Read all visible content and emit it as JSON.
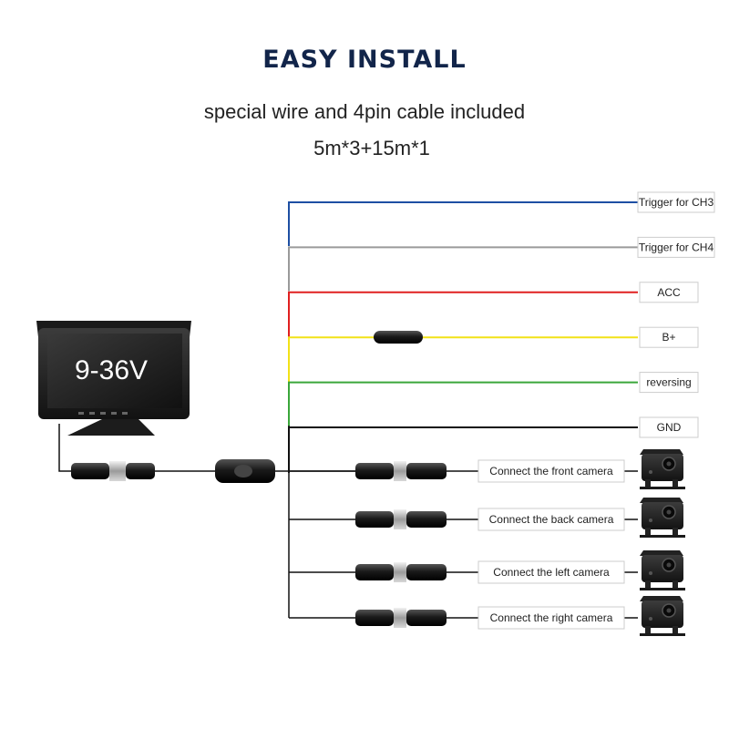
{
  "header": {
    "title": "EASY INSTALL",
    "subtitle": "special wire and 4pin cable included",
    "cable_lengths": "5m*3+15m*1"
  },
  "monitor": {
    "voltage": "9-36V"
  },
  "wires": [
    {
      "label": "Trigger for CH3",
      "color": "#1e4fa3"
    },
    {
      "label": "Trigger for CH4",
      "color": "#9a9a9a"
    },
    {
      "label": "ACC",
      "color": "#e02020"
    },
    {
      "label": "B+",
      "color": "#f2e218"
    },
    {
      "label": "reversing",
      "color": "#3aa63a"
    },
    {
      "label": "GND",
      "color": "#111111"
    }
  ],
  "cameras": [
    {
      "label": "Connect the front camera"
    },
    {
      "label": "Connect the back camera"
    },
    {
      "label": "Connect the left camera"
    },
    {
      "label": "Connect the right camera"
    }
  ]
}
